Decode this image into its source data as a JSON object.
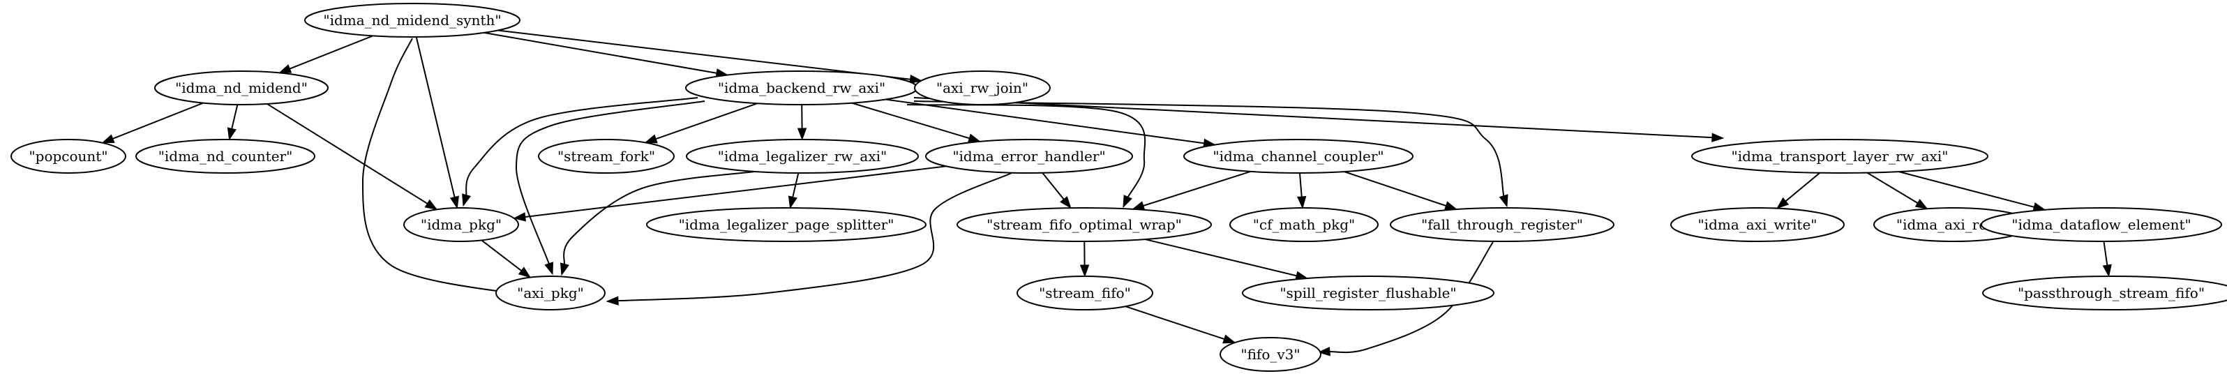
{
  "graph": {
    "nodes": [
      {
        "id": "synth",
        "label": "\"idma_nd_midend_synth\""
      },
      {
        "id": "nd_midend",
        "label": "\"idma_nd_midend\""
      },
      {
        "id": "backend",
        "label": "\"idma_backend_rw_axi\""
      },
      {
        "id": "axi_rw_join",
        "label": "\"axi_rw_join\""
      },
      {
        "id": "popcount",
        "label": "\"popcount\""
      },
      {
        "id": "nd_counter",
        "label": "\"idma_nd_counter\""
      },
      {
        "id": "stream_fork",
        "label": "\"stream_fork\""
      },
      {
        "id": "legalizer",
        "label": "\"idma_legalizer_rw_axi\""
      },
      {
        "id": "error_handler",
        "label": "\"idma_error_handler\""
      },
      {
        "id": "channel_coupler",
        "label": "\"idma_channel_coupler\""
      },
      {
        "id": "transport_layer",
        "label": "\"idma_transport_layer_rw_axi\""
      },
      {
        "id": "idma_pkg",
        "label": "\"idma_pkg\""
      },
      {
        "id": "page_splitter",
        "label": "\"idma_legalizer_page_splitter\""
      },
      {
        "id": "stream_fifo_ow",
        "label": "\"stream_fifo_optimal_wrap\""
      },
      {
        "id": "cf_math_pkg",
        "label": "\"cf_math_pkg\""
      },
      {
        "id": "fall_through",
        "label": "\"fall_through_register\""
      },
      {
        "id": "axi_write",
        "label": "\"idma_axi_write\""
      },
      {
        "id": "axi_read",
        "label": "\"idma_axi_read\""
      },
      {
        "id": "dataflow",
        "label": "\"idma_dataflow_element\""
      },
      {
        "id": "axi_pkg",
        "label": "\"axi_pkg\""
      },
      {
        "id": "stream_fifo",
        "label": "\"stream_fifo\""
      },
      {
        "id": "spill_register",
        "label": "\"spill_register_flushable\""
      },
      {
        "id": "passthrough",
        "label": "\"passthrough_stream_fifo\""
      },
      {
        "id": "fifo_v3",
        "label": "\"fifo_v3\""
      }
    ],
    "edges": [
      {
        "from": "synth",
        "to": "nd_midend"
      },
      {
        "from": "synth",
        "to": "backend"
      },
      {
        "from": "synth",
        "to": "axi_rw_join"
      },
      {
        "from": "synth",
        "to": "idma_pkg"
      },
      {
        "from": "synth",
        "to": "axi_pkg"
      },
      {
        "from": "nd_midend",
        "to": "popcount"
      },
      {
        "from": "nd_midend",
        "to": "nd_counter"
      },
      {
        "from": "nd_midend",
        "to": "idma_pkg"
      },
      {
        "from": "backend",
        "to": "stream_fork"
      },
      {
        "from": "backend",
        "to": "legalizer"
      },
      {
        "from": "backend",
        "to": "error_handler"
      },
      {
        "from": "backend",
        "to": "channel_coupler"
      },
      {
        "from": "backend",
        "to": "transport_layer"
      },
      {
        "from": "backend",
        "to": "idma_pkg"
      },
      {
        "from": "backend",
        "to": "axi_pkg"
      },
      {
        "from": "backend",
        "to": "stream_fifo_ow"
      },
      {
        "from": "backend",
        "to": "fall_through"
      },
      {
        "from": "legalizer",
        "to": "page_splitter"
      },
      {
        "from": "legalizer",
        "to": "axi_pkg"
      },
      {
        "from": "error_handler",
        "to": "idma_pkg"
      },
      {
        "from": "error_handler",
        "to": "stream_fifo_ow"
      },
      {
        "from": "error_handler",
        "to": "axi_pkg"
      },
      {
        "from": "channel_coupler",
        "to": "stream_fifo_ow"
      },
      {
        "from": "channel_coupler",
        "to": "cf_math_pkg"
      },
      {
        "from": "channel_coupler",
        "to": "fall_through"
      },
      {
        "from": "transport_layer",
        "to": "axi_write"
      },
      {
        "from": "transport_layer",
        "to": "axi_read"
      },
      {
        "from": "transport_layer",
        "to": "dataflow"
      },
      {
        "from": "idma_pkg",
        "to": "axi_pkg"
      },
      {
        "from": "stream_fifo_ow",
        "to": "stream_fifo"
      },
      {
        "from": "stream_fifo_ow",
        "to": "spill_register"
      },
      {
        "from": "stream_fifo",
        "to": "fifo_v3"
      },
      {
        "from": "fall_through",
        "to": "fifo_v3"
      },
      {
        "from": "dataflow",
        "to": "passthrough"
      }
    ]
  }
}
